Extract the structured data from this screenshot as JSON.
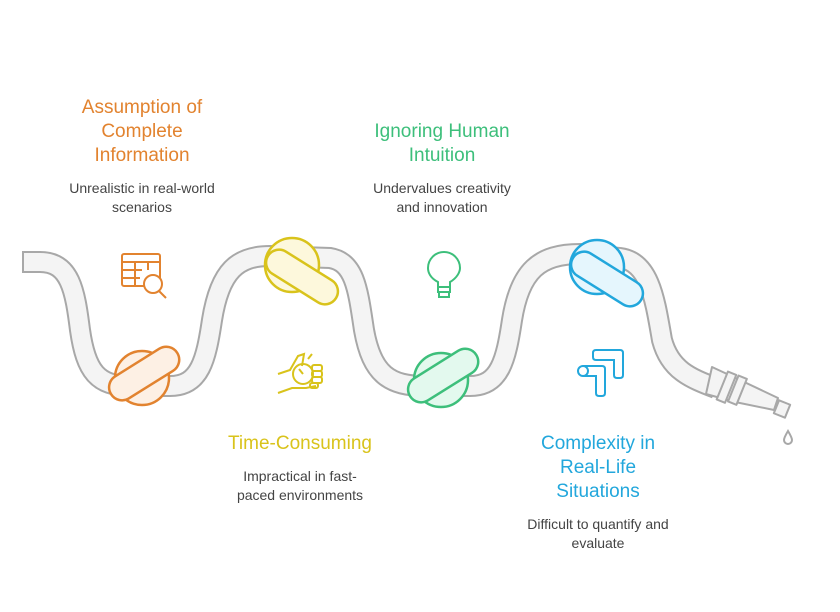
{
  "colors": {
    "orange": "#e2832f",
    "yellow": "#d9c31b",
    "green": "#3dbf7b",
    "blue": "#22a7dc",
    "hose": "#f4f4f4",
    "hose_edge": "#a8a8a8"
  },
  "items": [
    {
      "title_lines": [
        "Assumption of",
        "Complete",
        "Information"
      ],
      "desc_lines": [
        "Unrealistic in real-world",
        "scenarios"
      ],
      "icon": "table-search-icon",
      "color": "orange"
    },
    {
      "title_lines": [
        "Time-Consuming"
      ],
      "desc_lines": [
        "Impractical in fast-",
        "paced environments"
      ],
      "icon": "hand-stopwatch-icon",
      "color": "yellow"
    },
    {
      "title_lines": [
        "Ignoring Human",
        "Intuition"
      ],
      "desc_lines": [
        "Undervalues creativity",
        "and innovation"
      ],
      "icon": "lightbulb-icon",
      "color": "green"
    },
    {
      "title_lines": [
        "Complexity in",
        "Real-Life",
        "Situations"
      ],
      "desc_lines": [
        "Difficult to quantify and",
        "evaluate"
      ],
      "icon": "tangled-arrows-icon",
      "color": "blue"
    }
  ]
}
